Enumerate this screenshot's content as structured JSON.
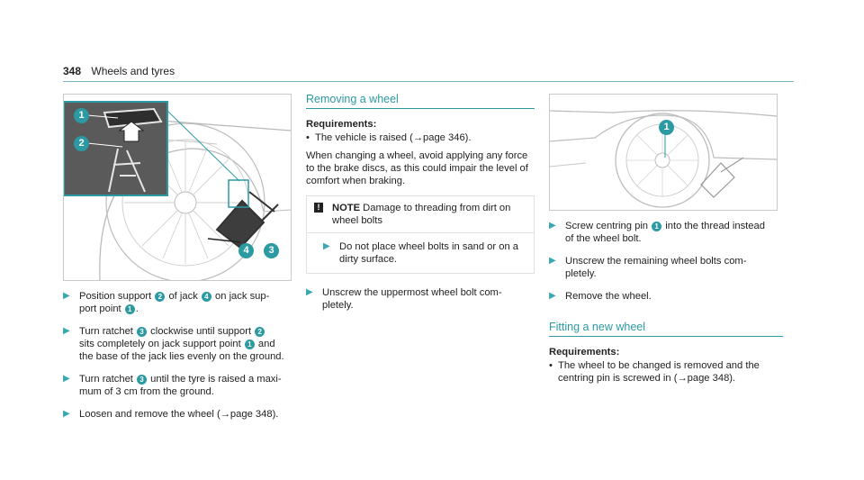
{
  "header": {
    "page_number": "348",
    "section": "Wheels and tyres"
  },
  "colors": {
    "accent": "#2b9aa3",
    "arrow": "#3aa8b0"
  },
  "figure1": {
    "callouts": [
      "1",
      "2",
      "4",
      "3"
    ]
  },
  "figure2": {
    "callouts": [
      "1"
    ]
  },
  "col1": {
    "step1": {
      "a": "Position support ",
      "n1": "2",
      "b": " of jack ",
      "n2": "4",
      "c": " on jack sup-",
      "d": "port point ",
      "n3": "1",
      "e": "."
    },
    "step2": {
      "a": "Turn ratchet ",
      "n1": "3",
      "b": " clockwise until support ",
      "n2": "2",
      "c": "sits completely on jack support point ",
      "n3": "1",
      "d": " and",
      "e": "the base of the jack lies evenly on the ground."
    },
    "step3": {
      "a": "Turn ratchet ",
      "n1": "3",
      "b": " until the tyre is raised a maxi-",
      "c": "mum of 3 cm from the ground."
    },
    "step4": {
      "a": "Loosen and remove the wheel (",
      "arrow": "→",
      "b": "page 348)."
    }
  },
  "col2": {
    "title": "Removing a wheel",
    "req_title": "Requirements:",
    "req1": {
      "a": "The vehicle is raised (",
      "arrow": "→",
      "b": "page 346)."
    },
    "para1": "When changing a wheel, avoid applying any force",
    "para2": "to the brake discs, as this could impair the level of",
    "para3": "comfort when braking.",
    "note": {
      "icon": "!",
      "label": "NOTE",
      "text1": " Damage to threading from dirt on",
      "text2": "wheel bolts",
      "step1": "Do not place wheel bolts in sand or on a",
      "step2": "dirty surface."
    },
    "step": {
      "a": "Unscrew the uppermost wheel bolt com-",
      "b": "pletely."
    }
  },
  "col3": {
    "step1": {
      "a": "Screw centring pin ",
      "n1": "1",
      "b": " into the thread instead",
      "c": "of the wheel bolt."
    },
    "step2": {
      "a": "Unscrew the remaining wheel bolts com-",
      "b": "pletely."
    },
    "step3": {
      "a": "Remove the wheel."
    },
    "title": "Fitting a new wheel",
    "req_title": "Requirements:",
    "req1": {
      "a": "The wheel to be changed is removed and the",
      "b": "centring pin is screwed in (",
      "arrow": "→",
      "c": "page 348)."
    }
  }
}
